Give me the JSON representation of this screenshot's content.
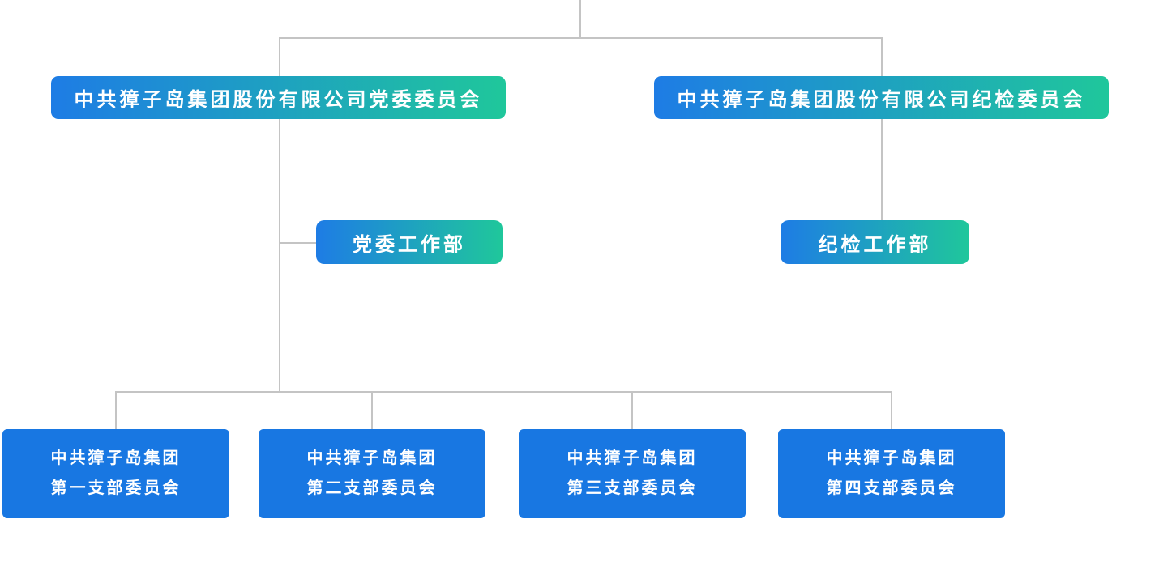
{
  "diagram": {
    "type": "org-chart",
    "nodes": {
      "party_committee": {
        "label": "中共獐子岛集团股份有限公司党委委员会"
      },
      "discipline_committee": {
        "label": "中共獐子岛集团股份有限公司纪检委员会"
      },
      "party_work_dept": {
        "label": "党委工作部"
      },
      "discipline_work_dept": {
        "label": "纪检工作部"
      },
      "branches": [
        {
          "line1": "中共獐子岛集团",
          "line2": "第一支部委员会"
        },
        {
          "line1": "中共獐子岛集团",
          "line2": "第二支部委员会"
        },
        {
          "line1": "中共獐子岛集团",
          "line2": "第三支部委员会"
        },
        {
          "line1": "中共獐子岛集团",
          "line2": "第四支部委员会"
        }
      ]
    },
    "hierarchy": {
      "parent_offscreen_above": true,
      "party_committee_children": [
        "party_work_dept",
        "branches"
      ],
      "discipline_committee_children": [
        "discipline_work_dept"
      ]
    }
  },
  "colors": {
    "gradient_start": "#1E7CE5",
    "gradient_end": "#1FC79B",
    "solid_blue": "#1877E2",
    "line": "#C4C4C4",
    "text": "#FFFFFF"
  }
}
